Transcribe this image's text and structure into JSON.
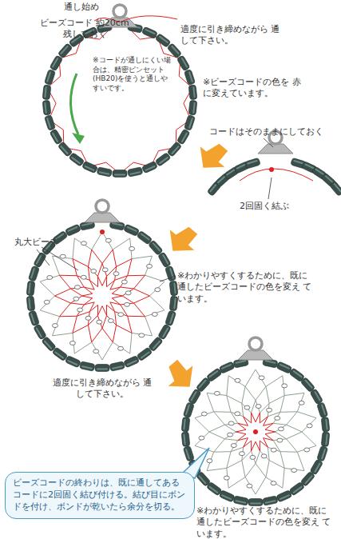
{
  "diagram": {
    "nodes": [
      {
        "text": [
          "ビーズコードの終わりは、既に通してあるコードに2回固く結び付ける。結び目にボンドを付け、ボンドが乾いたら余分を切る。"
        ]
      }
    ],
    "edges": [],
    "labels": [
      "通し始め",
      "ビーズコード 約20cm残しておく",
      "適度に引き締めながら 通して下さい。",
      "※コードが通しにくい場合は、精密ピンセット(HB20)を使うと通しやすいです。",
      "※ビーズコードの色を 赤に変えています。",
      "コードはそのままにしておく",
      "2回固く結ぶ",
      "丸大ビーズ",
      "※わかりやすくするために、既に 通したビーズコードの色を変え ています。",
      "適度に引き締めながら 通して下さい。",
      "※わかりやすくするために、既に 通したビーズコードの色を変え ています。"
    ]
  }
}
